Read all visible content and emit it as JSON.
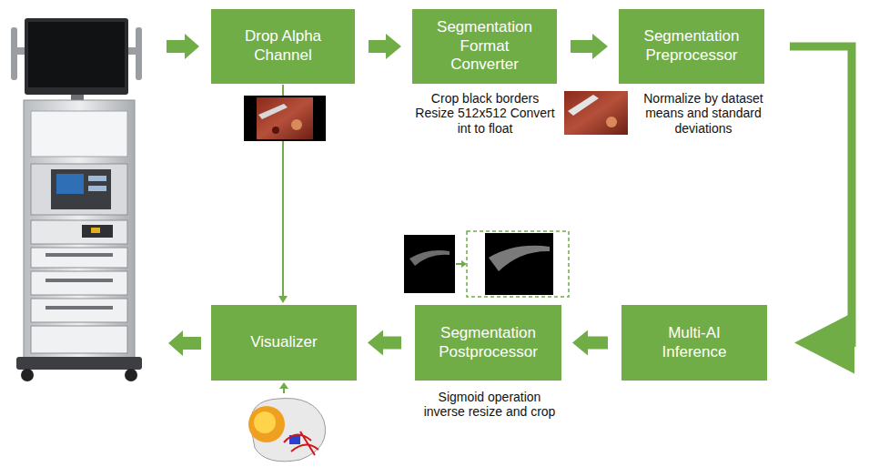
{
  "diagram": {
    "nodes": [
      {
        "text": [
          "Drop Alpha Channel"
        ]
      },
      {
        "text": [
          "Segmentation Format Converter"
        ]
      },
      {
        "text": [
          "Segmentation Preprocessor"
        ]
      },
      {
        "text": [
          "Multi-AI Inference"
        ]
      },
      {
        "text": [
          "Segmentation Postprocessor"
        ]
      },
      {
        "text": [
          "Visualizer"
        ]
      }
    ],
    "edges": [
      {
        "from": 0,
        "to": 1,
        "arrow": "to"
      },
      {
        "from": 1,
        "to": 2,
        "arrow": "to"
      },
      {
        "from": 2,
        "to": 3,
        "arrow": "to"
      },
      {
        "from": 3,
        "to": 4,
        "arrow": "to"
      },
      {
        "from": 4,
        "to": 5,
        "arrow": "to"
      },
      {
        "from": 0,
        "to": 5,
        "arrow": "to"
      }
    ],
    "labels": [
      "Crop black borders Resize 512x512 Convert int to float",
      "Normalize by dataset means and standard deviations",
      "Sigmoid operation inverse resize and crop"
    ]
  }
}
